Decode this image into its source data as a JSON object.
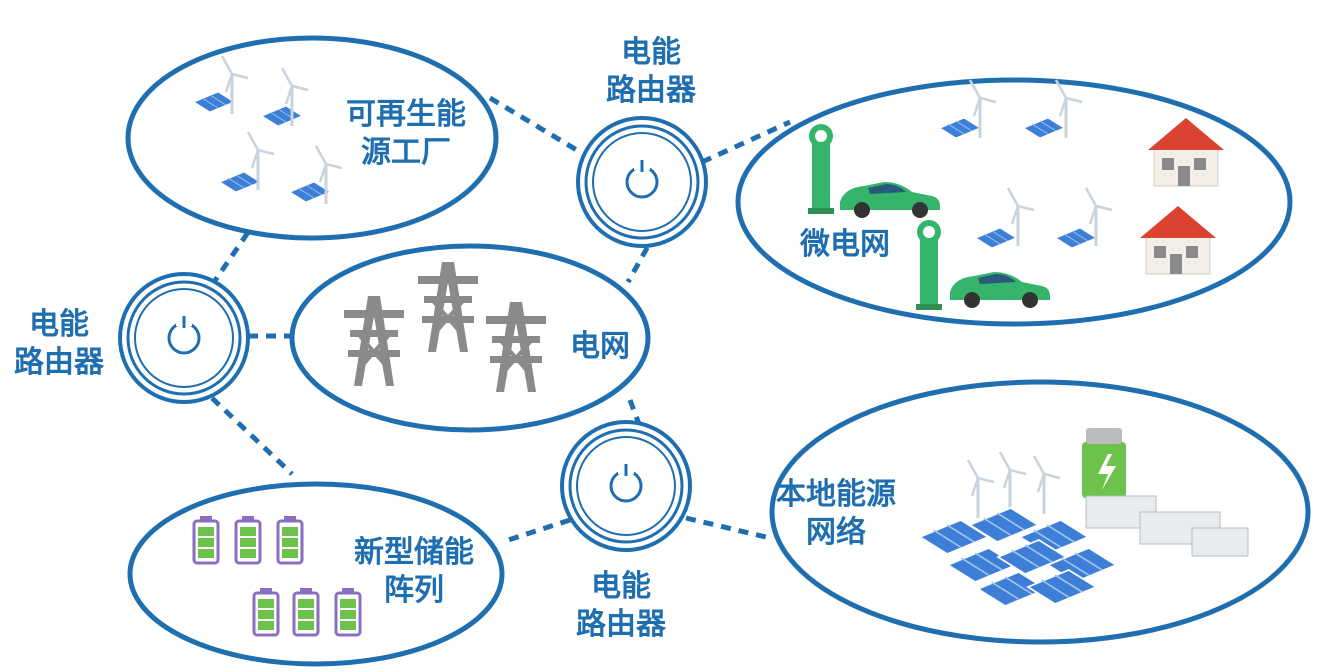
{
  "routers": [
    {
      "id": "top",
      "line1": "电能",
      "line2": "路由器"
    },
    {
      "id": "left",
      "line1": "电能",
      "line2": "路由器"
    },
    {
      "id": "bottom",
      "line1": "电能",
      "line2": "路由器"
    }
  ],
  "nodes": {
    "renewable": {
      "line1": "可再生能",
      "line2": "源工厂"
    },
    "grid": {
      "label": "电网"
    },
    "microgrid": {
      "label": "微电网"
    },
    "storage": {
      "line1": "新型储能",
      "line2": "阵列"
    },
    "local": {
      "line1": "本地能源",
      "line2": "网络"
    }
  },
  "colors": {
    "accent": "#1f6fb0",
    "tower": "#8a8a8a",
    "battery": "#6cc24a",
    "battery_frame": "#8a6fc0",
    "car": "#35b56b",
    "panel": "#3d7fd6",
    "roof": "#d9432f"
  }
}
